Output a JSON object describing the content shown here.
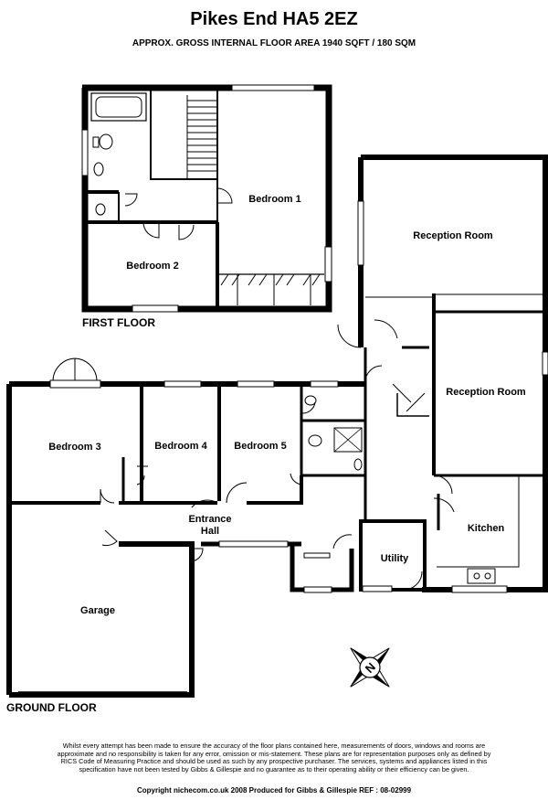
{
  "header": {
    "title": "Pikes End HA5 2EZ",
    "subtitle": "APPROX. GROSS INTERNAL FLOOR AREA 1940 SQFT / 180 SQM"
  },
  "floors": {
    "first": "FIRST FLOOR",
    "ground": "GROUND FLOOR"
  },
  "rooms": {
    "bedroom1": "Bedroom 1",
    "bedroom2": "Bedroom 2",
    "reception1": "Reception Room",
    "reception2": "Reception Room",
    "bedroom3": "Bedroom 3",
    "bedroom4": "Bedroom 4",
    "bedroom5": "Bedroom 5",
    "entrance_line1": "Entrance",
    "entrance_line2": "Hall",
    "kitchen": "Kitchen",
    "utility": "Utility",
    "garage": "Garage"
  },
  "compass": {
    "letter": "N"
  },
  "footer": {
    "disclaimer": "Whilst every attempt has been made to ensure the accuracy of the floor plans contained here, measurements of doors, windows and rooms are approximate and no responsibility is taken for any error, omission or mis-statement. These plans are for representation purposes only as defined by RICS Code of Measuring Practice and should be used as such by any prospective purchaser. The services, systems and appliances listed in this specification have not been tested by Gibbs & Gillespie and no guarantee as to their operating ability or their efficiency can be given.",
    "copyright": "Copyright nichecom.co.uk 2008     Produced for Gibbs & Gillespie   REF : 08-02999"
  }
}
